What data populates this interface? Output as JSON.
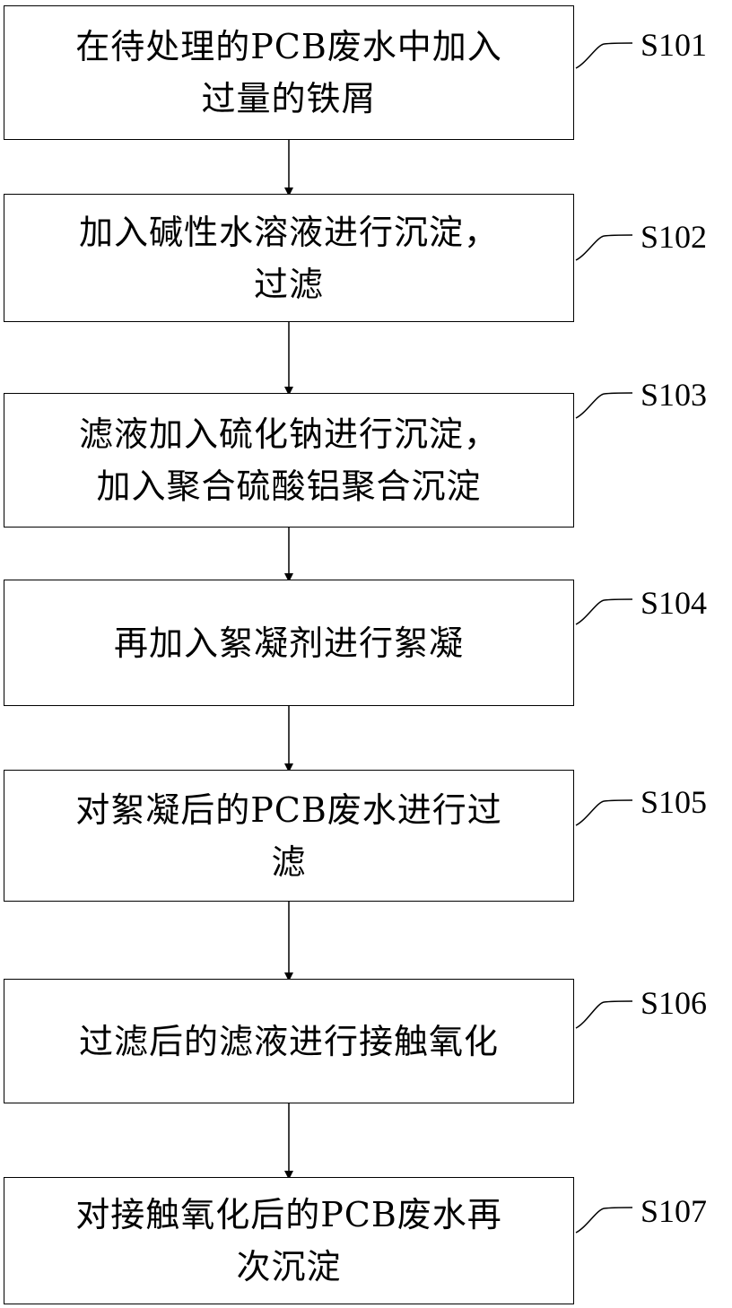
{
  "steps": [
    {
      "id": "S101",
      "text": "在待处理的PCB废水中加入\n过量的铁屑"
    },
    {
      "id": "S102",
      "text": "加入碱性水溶液进行沉淀，\n过滤"
    },
    {
      "id": "S103",
      "text": "滤液加入硫化钠进行沉淀，\n加入聚合硫酸铝聚合沉淀"
    },
    {
      "id": "S104",
      "text": "再加入絮凝剂进行絮凝"
    },
    {
      "id": "S105",
      "text": "对絮凝后的PCB废水进行过\n滤"
    },
    {
      "id": "S106",
      "text": "过滤后的滤液进行接触氧化"
    },
    {
      "id": "S107",
      "text": "对接触氧化后的PCB废水再\n次沉淀"
    }
  ]
}
